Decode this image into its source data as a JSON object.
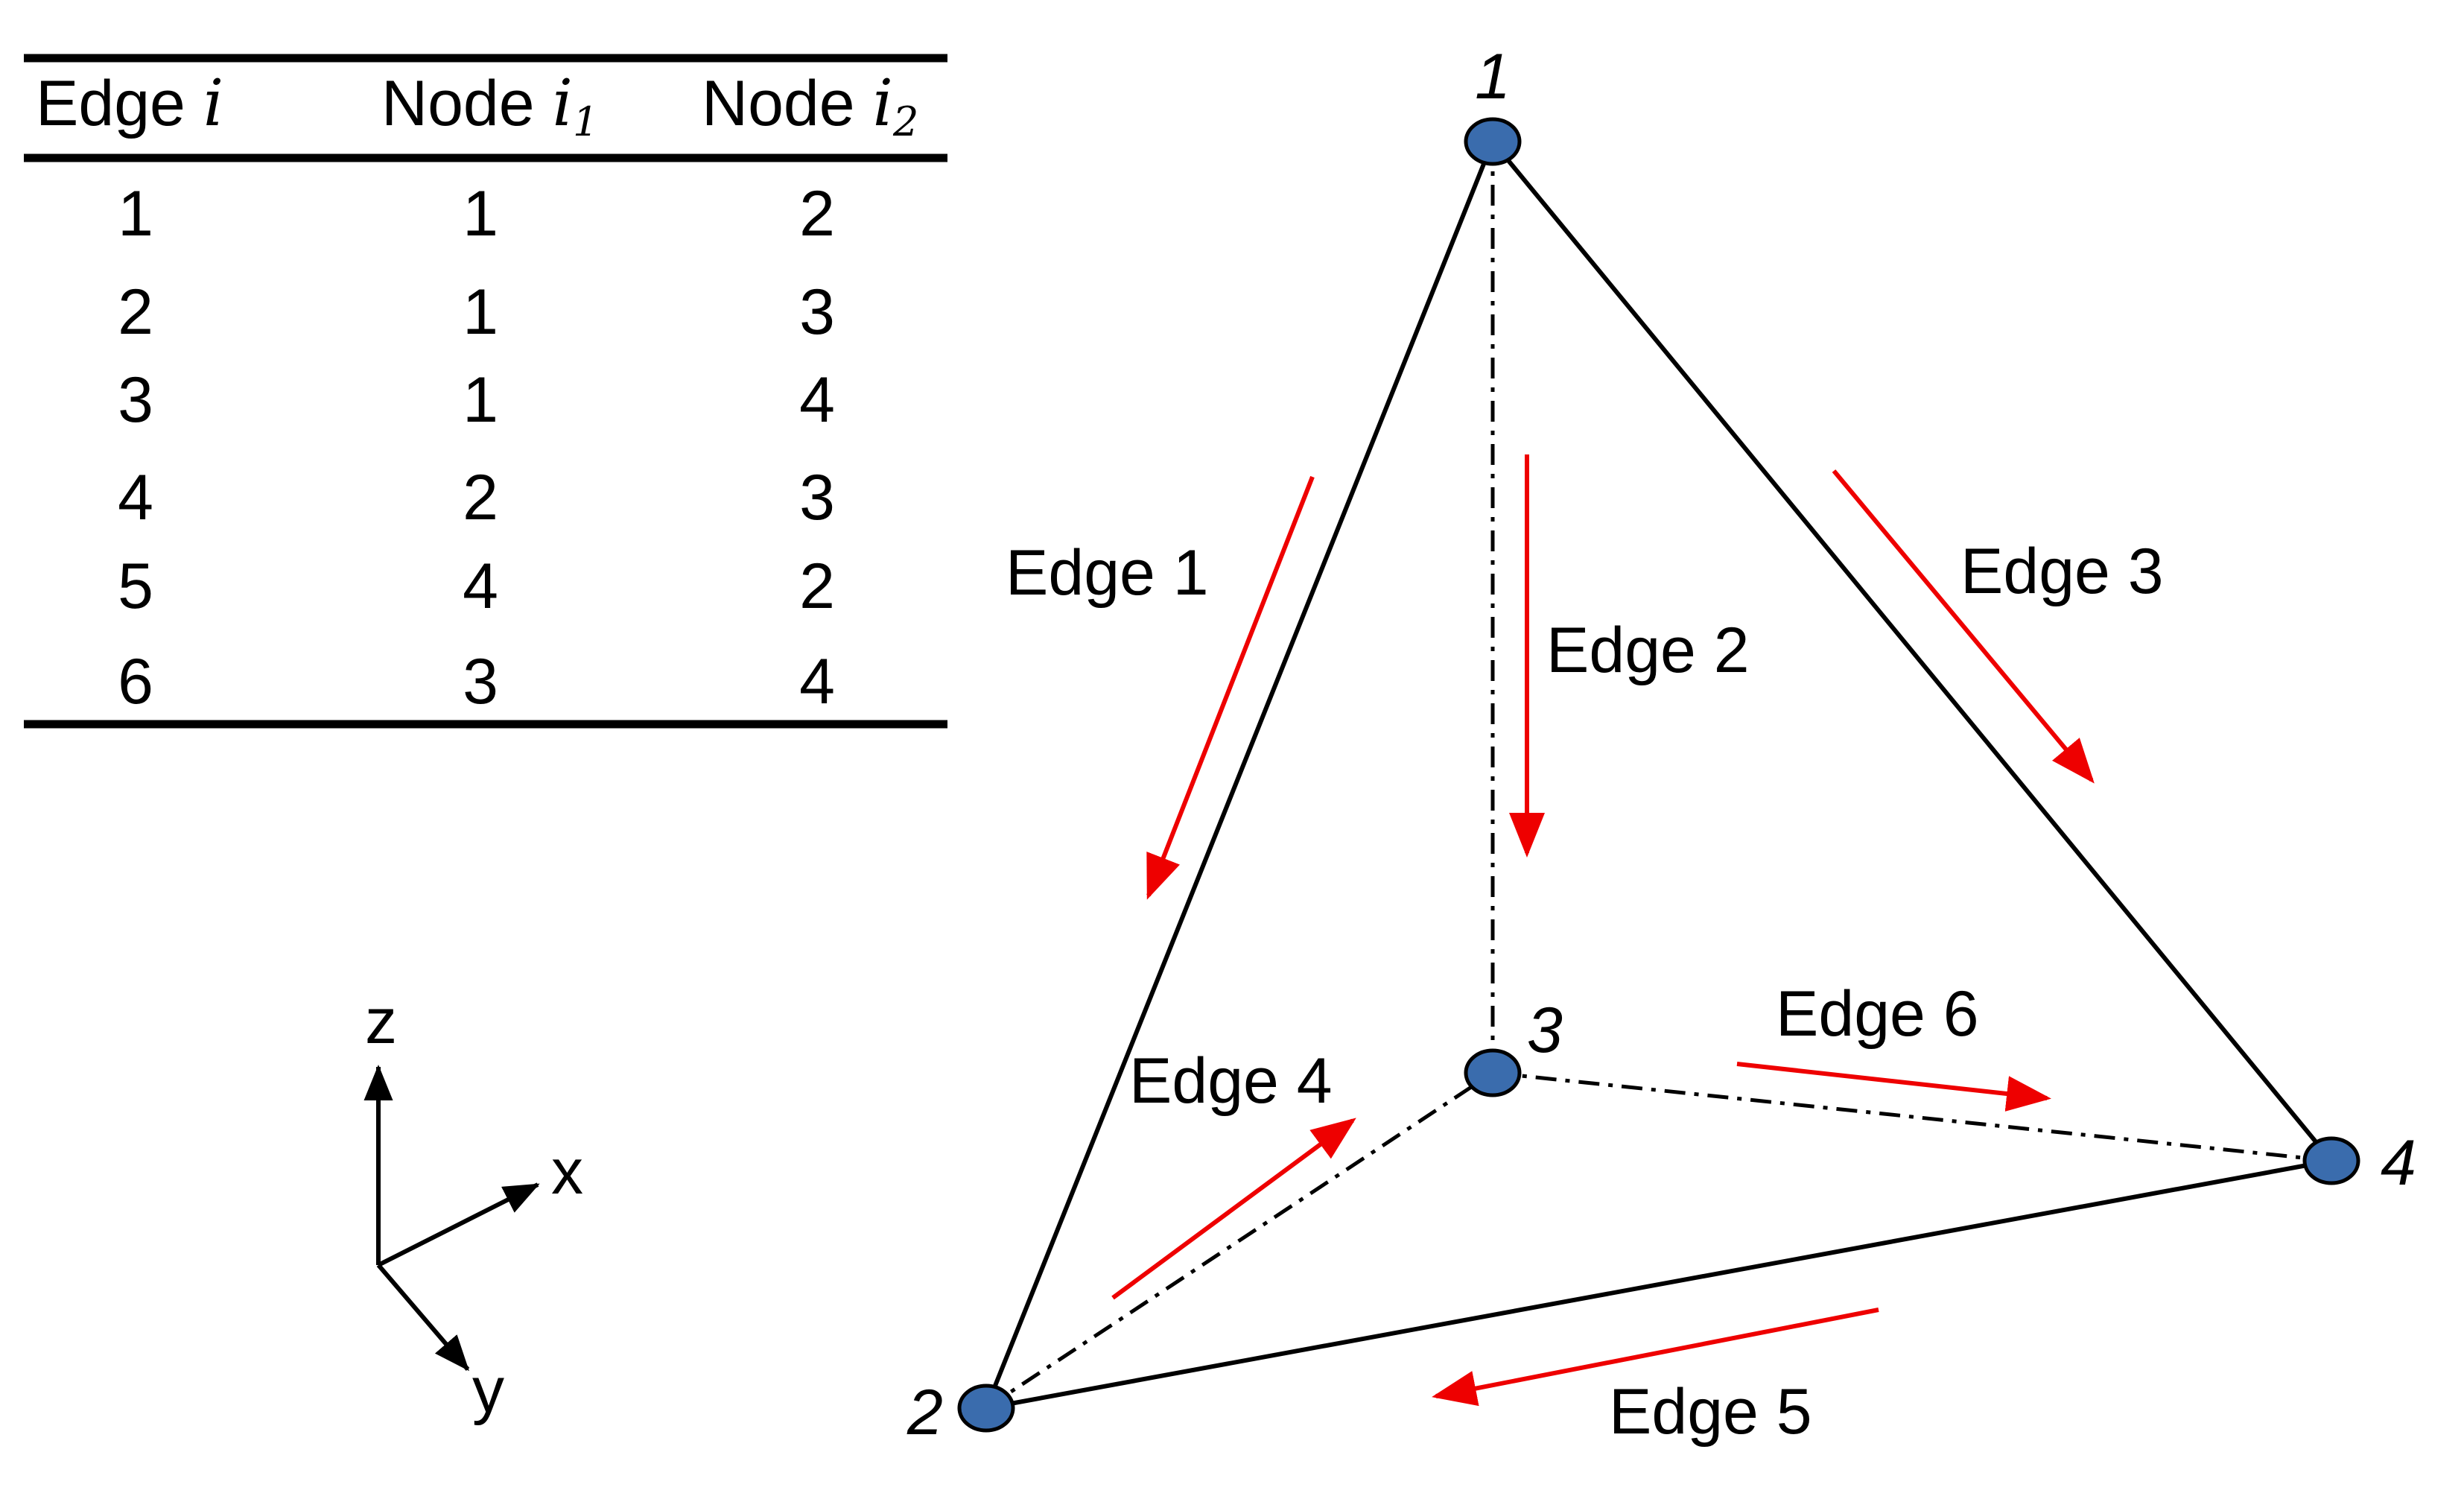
{
  "table": {
    "columns": [
      {
        "text": "Edge ",
        "sym": "i",
        "sub": ""
      },
      {
        "text": "Node ",
        "sym": "i",
        "sub": "1"
      },
      {
        "text": "Node ",
        "sym": "i",
        "sub": "2"
      }
    ],
    "rows": [
      [
        "1",
        "1",
        "2"
      ],
      [
        "2",
        "1",
        "3"
      ],
      [
        "3",
        "1",
        "4"
      ],
      [
        "4",
        "2",
        "3"
      ],
      [
        "5",
        "4",
        "2"
      ],
      [
        "6",
        "3",
        "4"
      ]
    ]
  },
  "axes": {
    "z": "z",
    "x": "x",
    "y": "y"
  },
  "nodes": [
    {
      "id": 1,
      "label": "1"
    },
    {
      "id": 2,
      "label": "2"
    },
    {
      "id": 3,
      "label": "3"
    },
    {
      "id": 4,
      "label": "4"
    }
  ],
  "edges": [
    {
      "label": "Edge 1"
    },
    {
      "label": "Edge 2"
    },
    {
      "label": "Edge 3"
    },
    {
      "label": "Edge 4"
    },
    {
      "label": "Edge 5"
    },
    {
      "label": "Edge 6"
    }
  ],
  "colors": {
    "node_fill": "#3a6cad",
    "arrow": "#ee0000",
    "line": "#000000"
  }
}
